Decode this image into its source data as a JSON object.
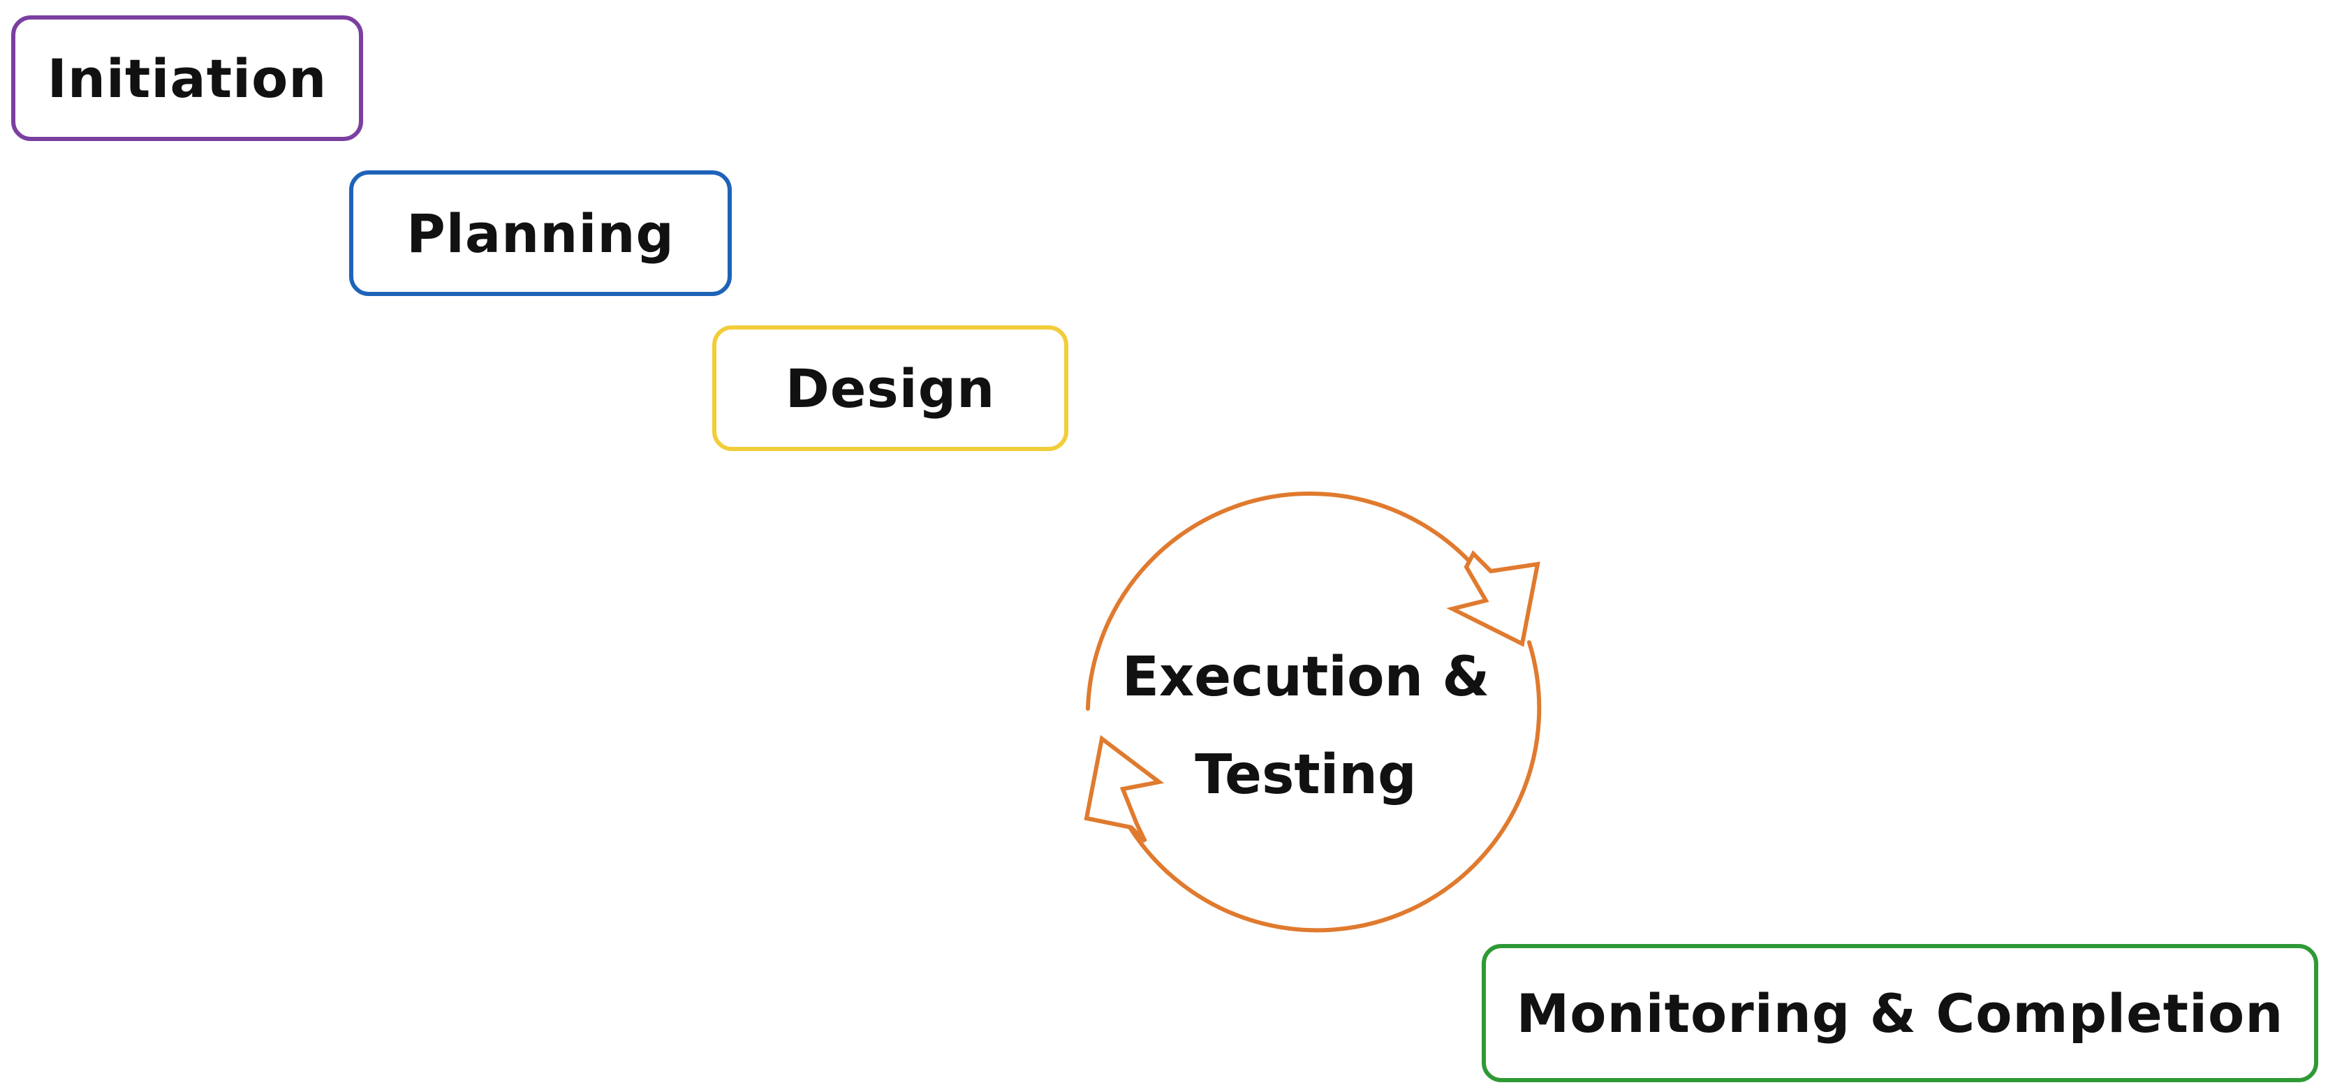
{
  "stages": {
    "initiation": {
      "label": "Initiation",
      "color": "#7b3fa0"
    },
    "planning": {
      "label": "Planning",
      "color": "#1e63b8"
    },
    "design": {
      "label": "Design",
      "color": "#f2cd3a"
    },
    "execution": {
      "line1": "Execution &",
      "line2": "Testing",
      "color": "#e07a2e"
    },
    "monitoring": {
      "label": "Monitoring & Completion",
      "color": "#2e9a35"
    }
  }
}
